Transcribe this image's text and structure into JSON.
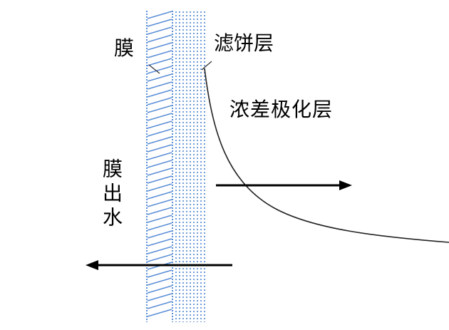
{
  "labels": {
    "membrane": "膜",
    "filter_cake": "滤饼层",
    "concentration_polarization": "浓差极化层",
    "permeate": "膜出水"
  },
  "colors": {
    "membrane": "#5b8fd6",
    "filter_cake": "#6f9ddb",
    "curve": "#222222",
    "arrow": "#000000"
  }
}
